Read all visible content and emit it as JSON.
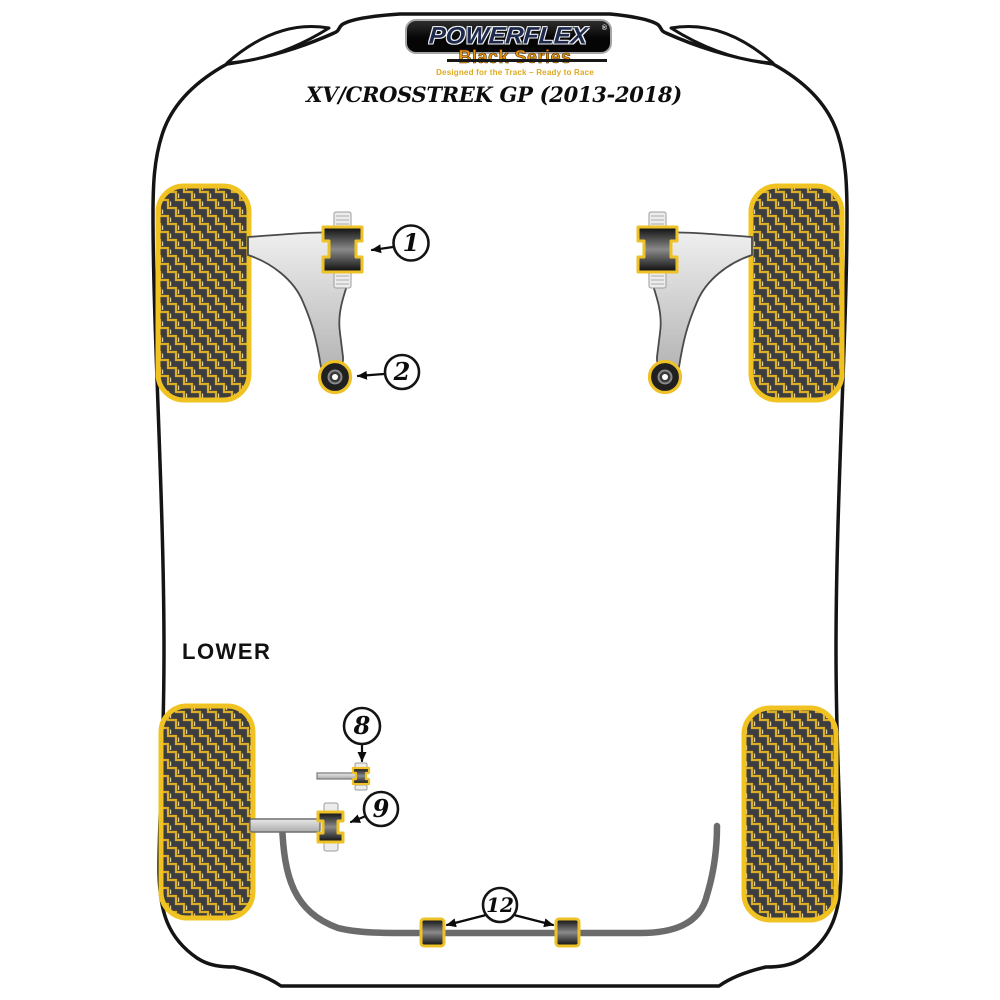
{
  "branding": {
    "logo_text": "POWERFLEX",
    "registered_mark": "®",
    "series_label": "Black Series",
    "tagline": "Designed for the Track – Ready to Race"
  },
  "vehicle_title": "XV/CROSSTREK GP (2013-2018)",
  "section_label": "LOWER",
  "callouts": [
    {
      "number": "1"
    },
    {
      "number": "2"
    },
    {
      "number": "8"
    },
    {
      "number": "9"
    },
    {
      "number": "12"
    }
  ],
  "colors": {
    "accent_yellow": "#eec227",
    "tread_dark": "#3d3d3d",
    "outline_black": "#141414",
    "bar_gray": "#6b6b6b",
    "logo_orange": "#e8940e",
    "tagline_gold": "#dfa81e"
  }
}
